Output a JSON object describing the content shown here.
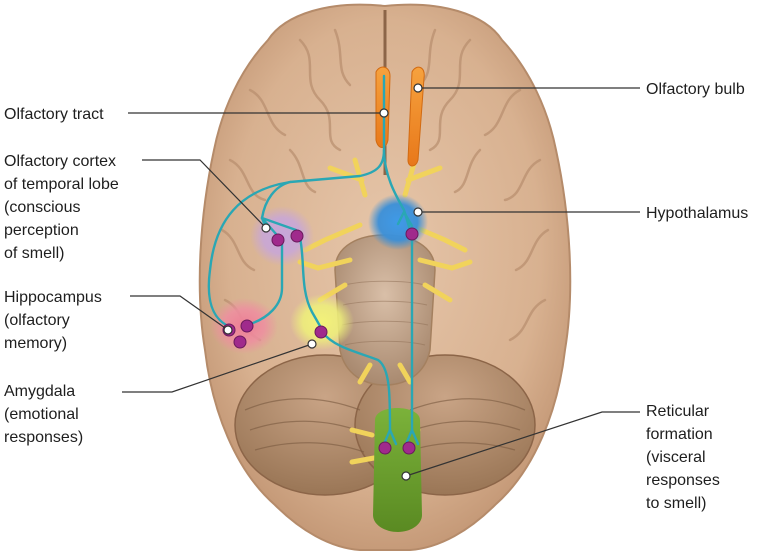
{
  "figure": {
    "labels": {
      "olfactory_tract": [
        "Olfactory tract"
      ],
      "olfactory_cortex": [
        "Olfactory cortex",
        "of temporal lobe",
        "(conscious",
        "perception",
        "of smell)"
      ],
      "hippocampus": [
        "Hippocampus",
        "(olfactory",
        "memory)"
      ],
      "amygdala": [
        "Amygdala",
        "(emotional",
        "responses)"
      ],
      "olfactory_bulb": [
        "Olfactory bulb"
      ],
      "hypothalamus": [
        "Hypothalamus"
      ],
      "reticular_formation": [
        "Reticular",
        "formation",
        "(visceral",
        "responses",
        "to smell)"
      ]
    },
    "colors": {
      "brain": "#d9b394",
      "brain_shadow": "#b88e6e",
      "olfactory_bulb": "#f08a24",
      "nerve_pathway": "#2aa7b4",
      "neuron_body": "#a02a8c",
      "olfactory_cortex_region": "#c7a6da",
      "hippocampus_region": "#ee8ea0",
      "amygdala_region": "#eef07a",
      "hypothalamus_region": "#3a8fd8",
      "reticular_formation_region": "#6a9a2c",
      "cranial_nerves": "#f1d35b"
    }
  }
}
